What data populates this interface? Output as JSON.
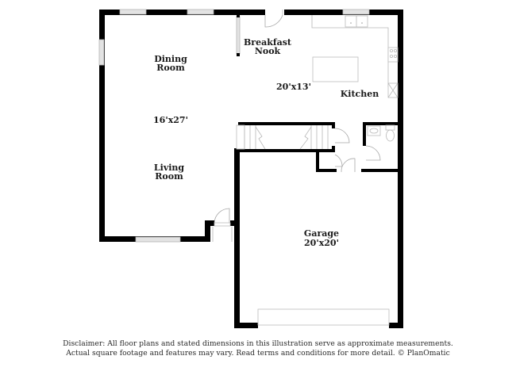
{
  "floorplan": {
    "rooms": [
      {
        "id": "dining",
        "name_line1": "Dining",
        "name_line2": "Room"
      },
      {
        "id": "living",
        "name_line1": "Living",
        "name_line2": "Room",
        "dimensions": "16'x27'"
      },
      {
        "id": "breakfast",
        "name_line1": "Breakfast",
        "name_line2": "Nook"
      },
      {
        "id": "kitchen",
        "name_line1": "Kitchen",
        "dimensions": "20'x13'"
      },
      {
        "id": "garage",
        "name_line1": "Garage",
        "dimensions": "20'x20'"
      }
    ],
    "colors": {
      "wall": "#000000",
      "window": "#e3e3e3",
      "fixture_outline": "#bdbdbd",
      "background": "#ffffff"
    }
  },
  "disclaimer": {
    "line1": "Disclaimer: All floor plans and stated dimensions in this illustration serve as approximate measurements.",
    "line2": "Actual square footage and features may vary. Read terms and conditions for more detail. © PlanOmatic"
  }
}
